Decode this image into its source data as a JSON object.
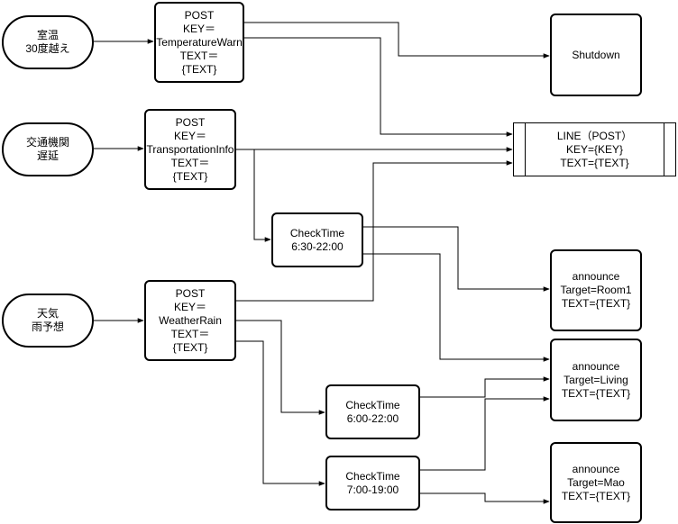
{
  "sources": [
    {
      "id": "temp",
      "lines": [
        "室温",
        "30度越え"
      ]
    },
    {
      "id": "traffic",
      "lines": [
        "交通機関",
        "遅延"
      ]
    },
    {
      "id": "weather",
      "lines": [
        "天気",
        "雨予想"
      ]
    }
  ],
  "posts": [
    {
      "id": "post-temp",
      "lines": [
        "POST",
        "KEY＝",
        "TemperatureWarn",
        "TEXT＝",
        "{TEXT}"
      ]
    },
    {
      "id": "post-traffic",
      "lines": [
        "POST",
        "KEY＝",
        "TransportationInfo",
        "TEXT＝",
        "{TEXT}"
      ]
    },
    {
      "id": "post-weather",
      "lines": [
        "POST",
        "KEY＝",
        "WeatherRain",
        "TEXT＝",
        "{TEXT}"
      ]
    }
  ],
  "checks": [
    {
      "id": "check-1",
      "lines": [
        "CheckTime",
        "6:30-22:00"
      ]
    },
    {
      "id": "check-2",
      "lines": [
        "CheckTime",
        "6:00-22:00"
      ]
    },
    {
      "id": "check-3",
      "lines": [
        "CheckTime",
        "7:00-19:00"
      ]
    }
  ],
  "outputs": [
    {
      "id": "shutdown",
      "lines": [
        "Shutdown"
      ]
    },
    {
      "id": "line-post",
      "lines": [
        "LINE（POST）",
        "KEY={KEY}",
        "TEXT={TEXT}"
      ]
    },
    {
      "id": "announce-room1",
      "lines": [
        "announce",
        "Target=Room1",
        "TEXT={TEXT}"
      ]
    },
    {
      "id": "announce-living",
      "lines": [
        "announce",
        "Target=Living",
        "TEXT={TEXT}"
      ]
    },
    {
      "id": "announce-mao",
      "lines": [
        "announce",
        "Target=Mao",
        "TEXT={TEXT}"
      ]
    }
  ]
}
